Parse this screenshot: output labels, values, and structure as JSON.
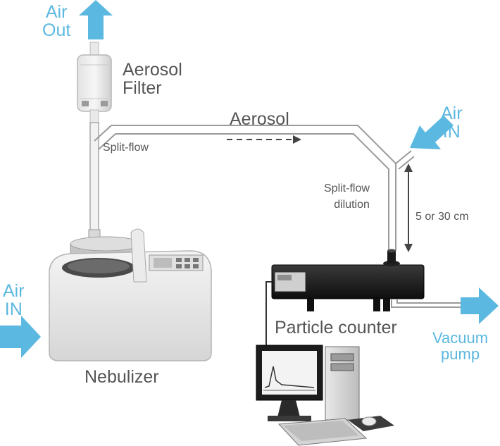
{
  "labels": {
    "air_out": [
      "Air",
      "Out"
    ],
    "aerosol_filter": [
      "Aerosol",
      "Filter"
    ],
    "aerosol": "Aerosol",
    "split_flow": "Split-flow",
    "air_in_right": [
      "Air",
      "IN"
    ],
    "split_flow_dilution": [
      "Split-flow",
      "dilution"
    ],
    "distance": "5 or 30 cm",
    "air_in_left": [
      "Air",
      "IN"
    ],
    "particle_counter": "Particle counter",
    "vacuum_pump": [
      "Vacuum",
      "pump"
    ],
    "nebulizer": "Nebulizer"
  },
  "colors": {
    "flow_arrow": "#5bb8e0",
    "label_text": "#555555",
    "tubing": "#9a9a9a",
    "counter_body": "#1a1a1a"
  },
  "icons": [
    "up-arrow-icon",
    "right-arrow-icon",
    "diagonal-arrow-icon",
    "dashed-arrow-icon",
    "double-arrow-icon"
  ]
}
